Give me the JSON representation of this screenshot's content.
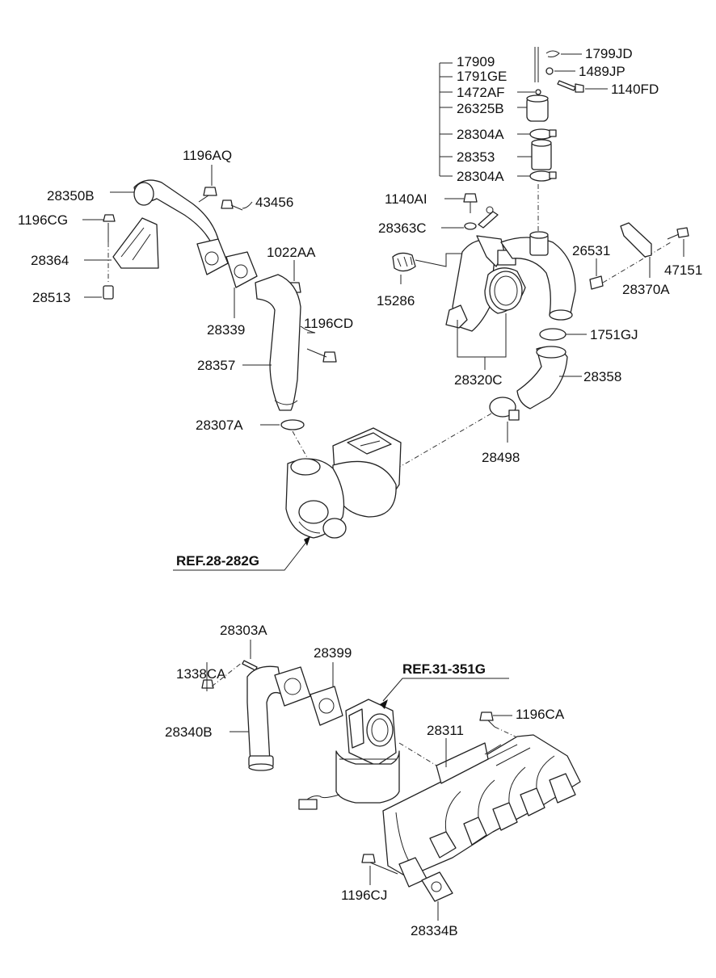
{
  "parts": {
    "p17909": "17909",
    "p1791GE": "1791GE",
    "p1472AF": "1472AF",
    "p26325B": "26325B",
    "p28304A_1": "28304A",
    "p28353": "28353",
    "p28304A_2": "28304A",
    "p1799JD": "1799JD",
    "p1489JP": "1489JP",
    "p1140FD": "1140FD",
    "p1196AQ": "1196AQ",
    "p28350B": "28350B",
    "p43456": "43456",
    "p1196CG": "1196CG",
    "p28364": "28364",
    "p1022AA": "1022AA",
    "p28513": "28513",
    "p28339": "28339",
    "p1196CD": "1196CD",
    "p28357": "28357",
    "p28307A": "28307A",
    "p1140AI": "1140AI",
    "p28363C": "28363C",
    "p15286": "15286",
    "p26531": "26531",
    "p47151": "47151",
    "p28370A": "28370A",
    "p1751GJ": "1751GJ",
    "p28320C": "28320C",
    "p28358": "28358",
    "p28498": "28498",
    "p28303A": "28303A",
    "p1338CA": "1338CA",
    "p28399": "28399",
    "p28340B": "28340B",
    "p1196CA": "1196CA",
    "p28311": "28311",
    "p1196CJ": "1196CJ",
    "p28334B": "28334B"
  },
  "refs": {
    "ref_turbo": "REF.28-282G",
    "ref_egr": "REF.31-351G"
  },
  "colors": {
    "line": "#222222",
    "background": "#ffffff"
  }
}
